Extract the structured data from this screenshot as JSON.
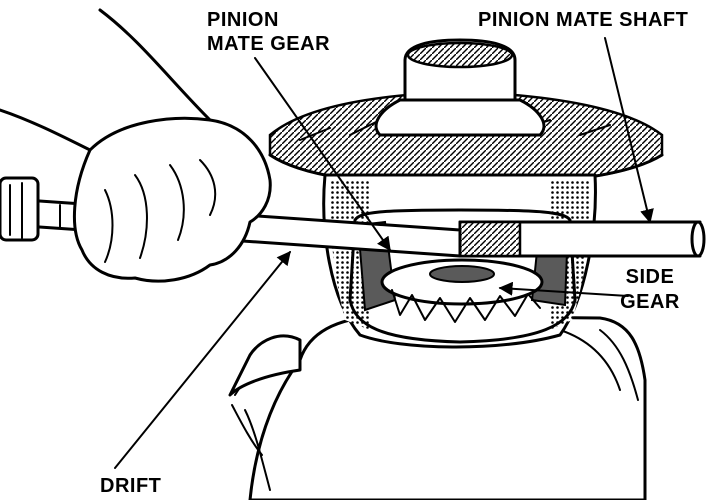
{
  "labels": {
    "pinion_mate_gear_line1": "PINION",
    "pinion_mate_gear_line2": "MATE GEAR",
    "pinion_mate_shaft": "PINION MATE SHAFT",
    "side_gear_line1": "SIDE",
    "side_gear_line2": "GEAR",
    "drift": "DRIFT"
  }
}
